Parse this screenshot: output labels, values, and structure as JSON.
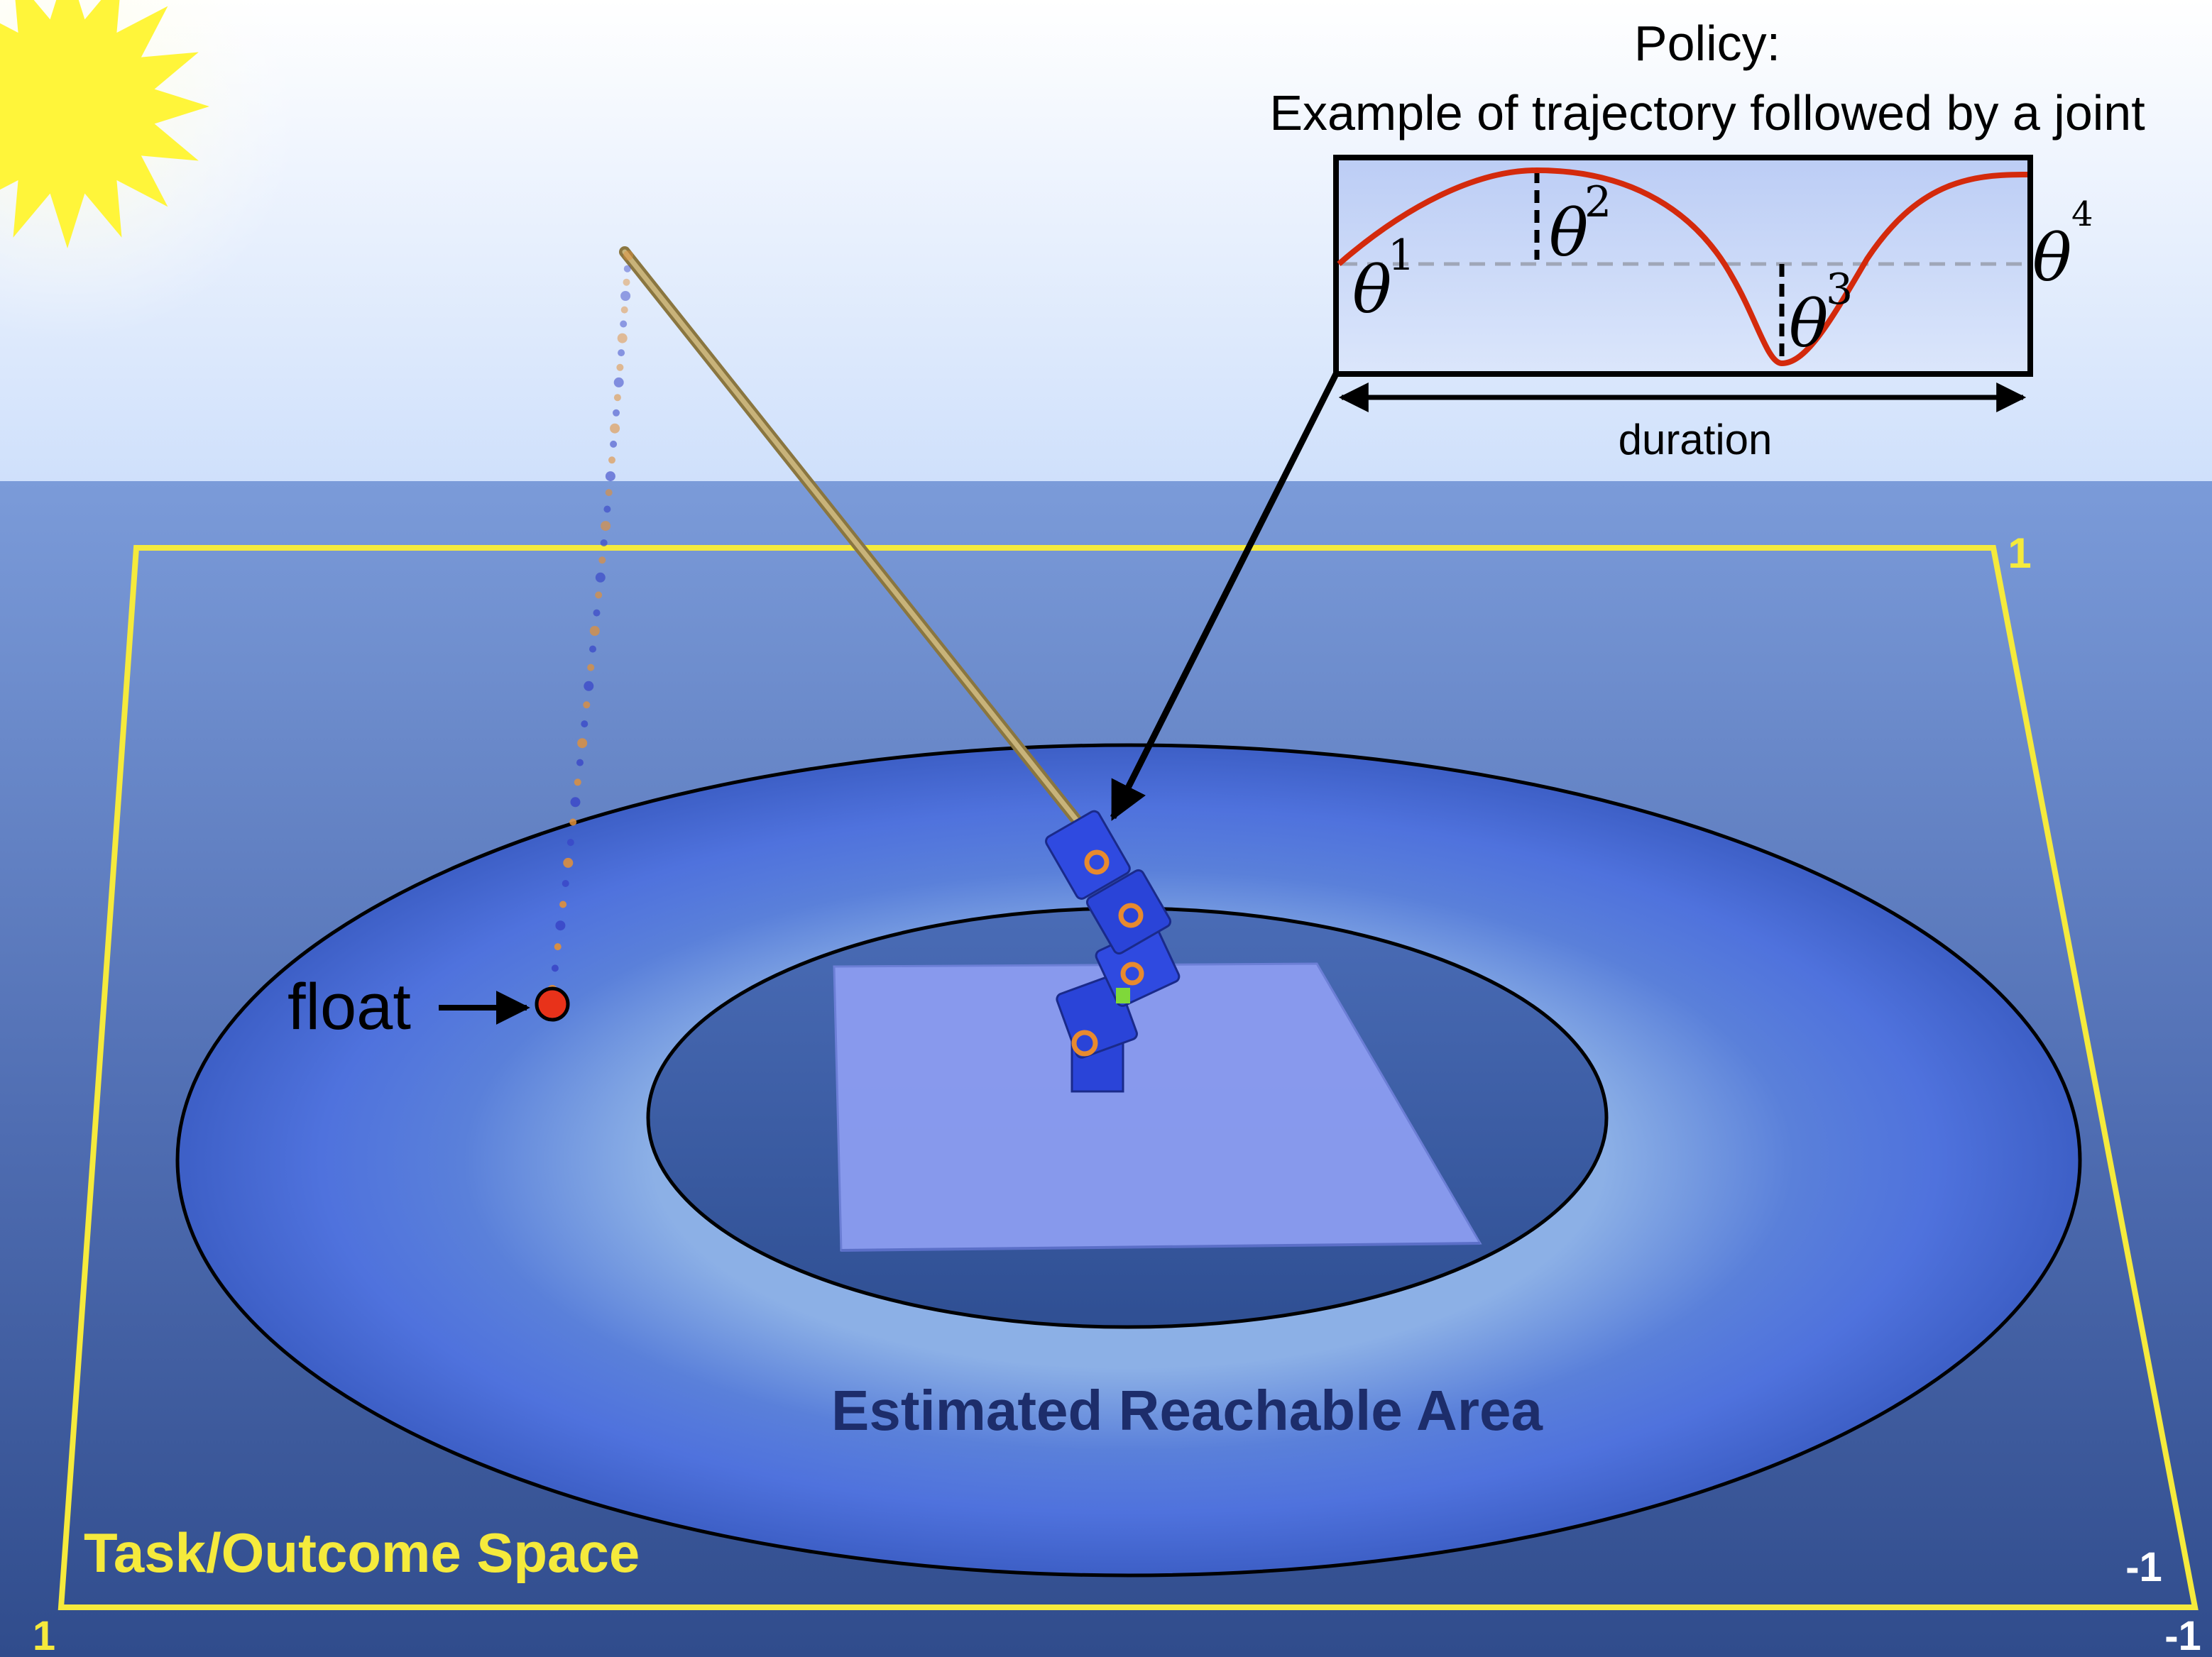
{
  "policy": {
    "title": "Policy:",
    "subtitle": "Example of trajectory followed by a joint",
    "theta_symbol": "θ",
    "theta_1": "1",
    "theta_2": "2",
    "theta_3": "3",
    "theta_4": "4",
    "duration_label": "duration"
  },
  "scene": {
    "float_label": "float",
    "reachable_area_label": "Estimated Reachable Area",
    "task_space_label": "Task/Outcome Space"
  },
  "task_space_corners": {
    "top_right": "1",
    "bottom_right_inner": "-1",
    "bottom_left": "1",
    "bottom_right_outer": "-1"
  },
  "colors": {
    "sky_top": "#ffffff",
    "sky_bottom": "#cfe0fb",
    "water_top": "#7b9bd9",
    "water_bottom": "#304c8c",
    "sun": "#fff53a",
    "task_frame": "#f5ea3c",
    "ring": "#4f72dd",
    "reachable_text": "#1d2d6b",
    "trajectory": "#d42a0c",
    "robot": "#2a44d8",
    "robot_joint": "#e88a2e",
    "platform": "#8b9cf0",
    "rod": "#b19a5c"
  }
}
